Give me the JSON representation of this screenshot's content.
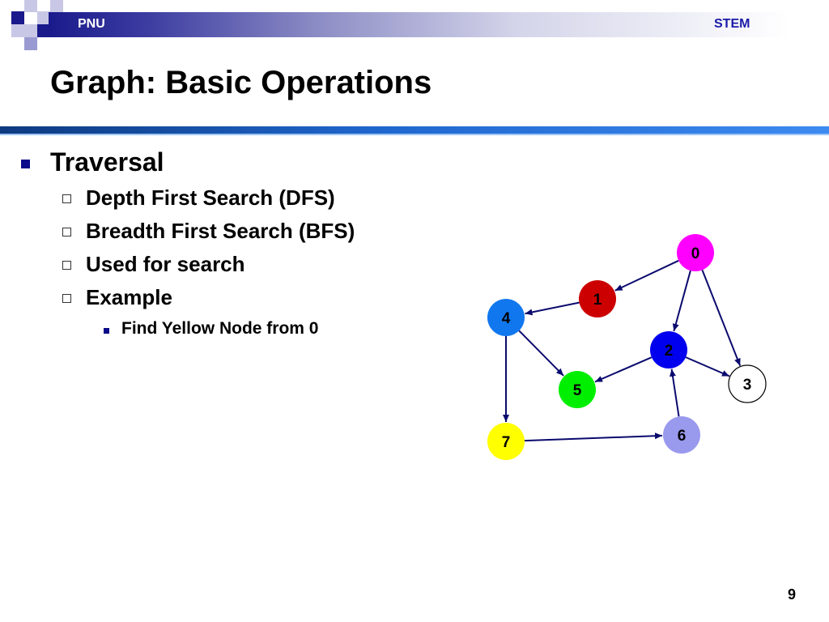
{
  "header": {
    "left_label": "PNU",
    "right_label": "STEM"
  },
  "slide": {
    "title": "Graph: Basic Operations",
    "page_number": "9"
  },
  "bullets": {
    "level1": "Traversal",
    "level2": [
      "Depth First Search (DFS)",
      "Breadth First Search (BFS)",
      "Used for search",
      "Example"
    ],
    "level3": "Find Yellow Node from 0"
  },
  "graph": {
    "nodes": [
      {
        "id": "0",
        "label": "0",
        "fill": "#ff00ff",
        "text": "#000000"
      },
      {
        "id": "1",
        "label": "1",
        "fill": "#cc0000",
        "text": "#000000"
      },
      {
        "id": "2",
        "label": "2",
        "fill": "#0000ee",
        "text": "#000000"
      },
      {
        "id": "3",
        "label": "3",
        "fill": "#ffffff",
        "text": "#000000"
      },
      {
        "id": "4",
        "label": "4",
        "fill": "#1177ee",
        "text": "#000000"
      },
      {
        "id": "5",
        "label": "5",
        "fill": "#00ee00",
        "text": "#000000"
      },
      {
        "id": "6",
        "label": "6",
        "fill": "#9999ee",
        "text": "#000000"
      },
      {
        "id": "7",
        "label": "7",
        "fill": "#ffff00",
        "text": "#000000"
      }
    ],
    "edges": [
      {
        "from": "0",
        "to": "1"
      },
      {
        "from": "0",
        "to": "2"
      },
      {
        "from": "0",
        "to": "3"
      },
      {
        "from": "1",
        "to": "4"
      },
      {
        "from": "4",
        "to": "5"
      },
      {
        "from": "4",
        "to": "7"
      },
      {
        "from": "2",
        "to": "5"
      },
      {
        "from": "2",
        "to": "3"
      },
      {
        "from": "6",
        "to": "2"
      },
      {
        "from": "7",
        "to": "6"
      }
    ],
    "edge_color": "#0a0a6e"
  }
}
